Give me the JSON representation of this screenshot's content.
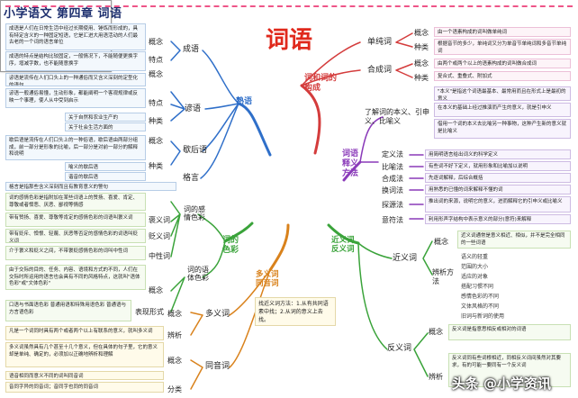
{
  "title": "小学语文  第四章  词语",
  "center": "词语",
  "watermark": "头条 @小学资讯",
  "colors": {
    "branch_blue": "#2f6fc9",
    "branch_green": "#3aa33a",
    "branch_purple": "#8a3ab9",
    "branch_orange": "#d9821c",
    "branch_red": "#d43c3c",
    "center_red": "#e0291c"
  },
  "top_left": {
    "branch": "熟语",
    "chengyu": {
      "label": "成语",
      "gainian": "概念",
      "tedian": "特点",
      "gainian_text": "成语是人们在日常生活中经过长期使用、锤炼而形成的，具有特定含义的一种固定短语，它是汇进大用语活动的人们最古老的一个词的语言单位",
      "tedian_text": "成语的特点是结构比较固定，一般情况下，不能随便更换字序，增减字数，也不能随意换字"
    },
    "yanyu": {
      "label": "谚语",
      "gainian": "概念",
      "tedian": "特点",
      "zhonglei": "种类",
      "gainian_text": "谚语是流传在人们口头上的一种通俗而又含义深刻的定型化的语句",
      "tedian_text": "谚语一般通俗易懂，生动形象，都能阐明一个客观规律或反映一个事理，使人从中受到启示",
      "zhonglei_1": "关于自然和农业生产的",
      "zhonglei_2": "关于社会生活方面的"
    },
    "xiehouyu": {
      "label": "歇后语",
      "gainian": "概念",
      "zhonglei": "种类",
      "gainian_text": "歇后语是流传在人们口头上的一种俗语，歇后语由两部分组成，前一部分是形象的比喻，后一部分是对前一部分的解释和说明",
      "zhonglei_1": "喻义的歇后语",
      "zhonglei_2": "谐音的歇后语"
    },
    "geyan": {
      "label": "格言",
      "text": "格言是指那些含义深刻而且有教育意义的警句"
    }
  },
  "bottom_left": {
    "branch": "词的色彩",
    "ganqing": {
      "label": "词的感情色彩",
      "baoyi": "褒义词",
      "bianyi": "贬义词",
      "zhongxing": "中性词",
      "text": "词的感情色彩是指附加在某些词语上的赞扬、喜爱、肯定、尊敬或者憎恶、厌恶、鄙视等情感",
      "baoyi_text": "带有赞扬、喜爱、尊敬等肯定的感情色彩的词语叫褒义词",
      "bianyi_text": "带有贬斥、憎恨、轻蔑、厌恶等否定的感情色彩的词语叫贬义词",
      "zhongxing_text": "介于褒义和贬义之间，不带褒贬感情色彩的词叫中性词"
    },
    "yuti": {
      "label": "词的语体色彩",
      "gainian": "概念",
      "biaoxian": "表现形式",
      "gainian_text": "由于交际的目的、任务、内容、语境和方式的不同，人们在交际时所运用的语言也会具有不同的风格特点，这就叫\"语体色彩\"或\"文体色彩\"",
      "biaoxian_text": "口语与书面语色彩  普通用语和特殊用语色彩  普通语与方言语色彩"
    }
  },
  "bottom_mid": {
    "branch": "多义词 同音词",
    "duoyi": {
      "label": "多义词",
      "gainian": "概念",
      "bianxi": "辨析",
      "gainian_text": "凡是一个词同时具有两个或者两个以上有联系的意义，就叫多义词",
      "bianxi_text": "多义词虽然具有几个甚至十几个意义，但在具体的句子里，它的意义却是单纯、确定的，必须加以正确地辨析和理解"
    },
    "tongyin": {
      "label": "同音词",
      "gainian": "概念",
      "fenlei": "分类",
      "gainian_text": "语音相同而意义不同的词叫同音词",
      "fenlei_text": "音同字异的同音词；音同字也同的同音词"
    },
    "note": "找近义词方法：1.从有共同语素中找；2.从词的意义上去找。"
  },
  "top_right": {
    "branch": "词和词的构成",
    "danchun": {
      "label": "单纯词",
      "gainian": "概念",
      "zhonglei": "种类",
      "gainian_text": "由一个语素构成的词叫做单纯词",
      "zhonglei_text": "根据音节的多少，单纯词又分为单音节单纯词和多音节单纯词"
    },
    "hecheng": {
      "label": "合成词",
      "gainian": "概念",
      "zhonglei": "种类",
      "gainian_text": "由两个或两个以上的语素构成的词叫做合成词",
      "zhonglei_text": "复合式、重叠式、附加式"
    }
  },
  "mid_right": {
    "branch": "词语释义方法",
    "intro_label": "了解词的本义、引申义、比喻义",
    "benyi_text": "\"本义\"是指这个词语最基本、最常用而且在形式上是最初的意义",
    "yinshen_text": "在本义的基础上经过推演而产生的意义，就是引申义",
    "biyu_text": "借用一个词的本义去比喻另一种事物，这种产生新的意义就是比喻义",
    "methods": [
      {
        "name": "定义法",
        "text": "用简明语言给出词义的科学定义"
      },
      {
        "name": "比喻法",
        "text": "有些词不好下定义，就用形象和比喻加以说明"
      },
      {
        "name": "合成法",
        "text": "先逐词解释，后综合概括"
      },
      {
        "name": "换词法",
        "text": "用熟悉的已懂的词来解释不懂的词"
      },
      {
        "name": "探源法",
        "text": "推出词的来源，说明它的意义，进而解释它的引申义或比喻义"
      },
      {
        "name": "意符法",
        "text": "利用形声字结构中表示意义的部分(意符)来解释"
      }
    ]
  },
  "bottom_right": {
    "branch": "近义词 反义词",
    "jinyi": {
      "label": "近义词",
      "gainian": "概念",
      "bianxi": "辨析方法",
      "gainian_text": "近义词通常是意义相近、相似，并不是完全相同的一些词语",
      "methods": [
        "语义的轻重",
        "范围的大小",
        "适应的对象",
        "搭配习惯不同",
        "感情色彩的不同",
        "文体风格的不同",
        "旧词与新词的使用"
      ]
    },
    "fanyi": {
      "label": "反义词",
      "gainian": "概念",
      "bianxi": "辨析",
      "gainian_text": "反义词是指意思相反或相对的词语",
      "bianxi_text": "反义词同有些词根相近，同相反义词间虽然对其要求，有的可能一要同有一个反义词"
    }
  }
}
